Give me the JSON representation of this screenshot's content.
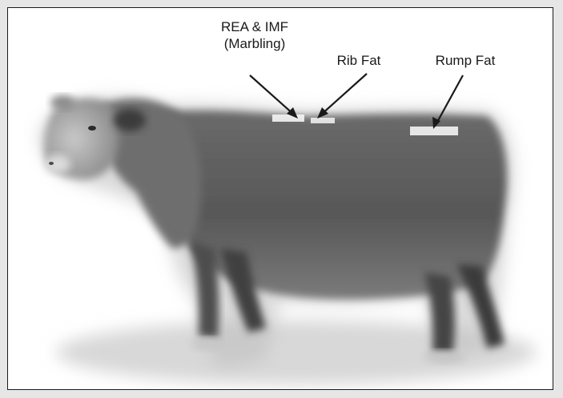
{
  "labels": {
    "rea_imf": {
      "line1": "REA & IMF",
      "line2": "(Marbling)"
    },
    "rib_fat": "Rib Fat",
    "rump_fat": "Rump Fat"
  },
  "colors": {
    "border": "#1a1a1a",
    "background": "#e6e6e6",
    "panel": "#ffffff",
    "text": "#1a1a1a"
  },
  "icons": {
    "animal": "steer-illustration",
    "pointer": "arrow-icon"
  }
}
